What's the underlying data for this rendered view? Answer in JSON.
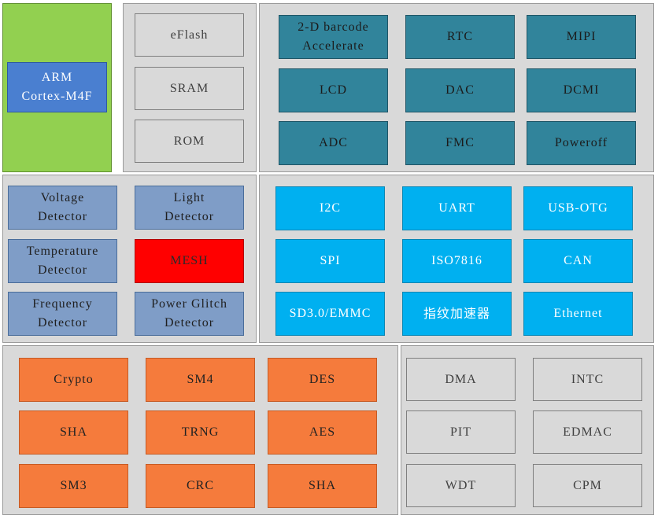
{
  "cpu": {
    "label": "ARM\nCortex-M4F"
  },
  "memory": {
    "eflash": "eFlash",
    "sram": "SRAM",
    "rom": "ROM"
  },
  "peripherals_top": {
    "barcode": "2-D barcode\nAccelerate",
    "rtc": "RTC",
    "mipi": "MIPI",
    "lcd": "LCD",
    "dac": "DAC",
    "dcmi": "DCMI",
    "adc": "ADC",
    "fmc": "FMC",
    "poweroff": "Poweroff"
  },
  "security_detectors": {
    "voltage": "Voltage\nDetector",
    "light": "Light\nDetector",
    "temperature": "Temperature\nDetector",
    "mesh": "MESH",
    "frequency": "Frequency\nDetector",
    "glitch": "Power Glitch\nDetector"
  },
  "interfaces": {
    "i2c": "I2C",
    "uart": "UART",
    "usb_otg": "USB-OTG",
    "spi": "SPI",
    "iso7816": "ISO7816",
    "can": "CAN",
    "sd_emmc": "SD3.0/EMMC",
    "fingerprint": "指纹加速器",
    "ethernet": "Ethernet"
  },
  "crypto": {
    "crypto": "Crypto",
    "sm4": "SM4",
    "des": "DES",
    "sha1": "SHA",
    "trng": "TRNG",
    "aes": "AES",
    "sm3": "SM3",
    "crc": "CRC",
    "sha2": "SHA"
  },
  "system": {
    "dma": "DMA",
    "intc": "INTC",
    "pit": "PIT",
    "edmac": "EDMAC",
    "wdt": "WDT",
    "cpm": "CPM"
  },
  "colors": {
    "cpu_panel": "#92d050",
    "teal": "#31849b",
    "cyan": "#00b0f0",
    "slate": "#7f9dc7",
    "red": "#ff0000",
    "orange": "#f57b3c",
    "arm": "#4a7fd0"
  }
}
